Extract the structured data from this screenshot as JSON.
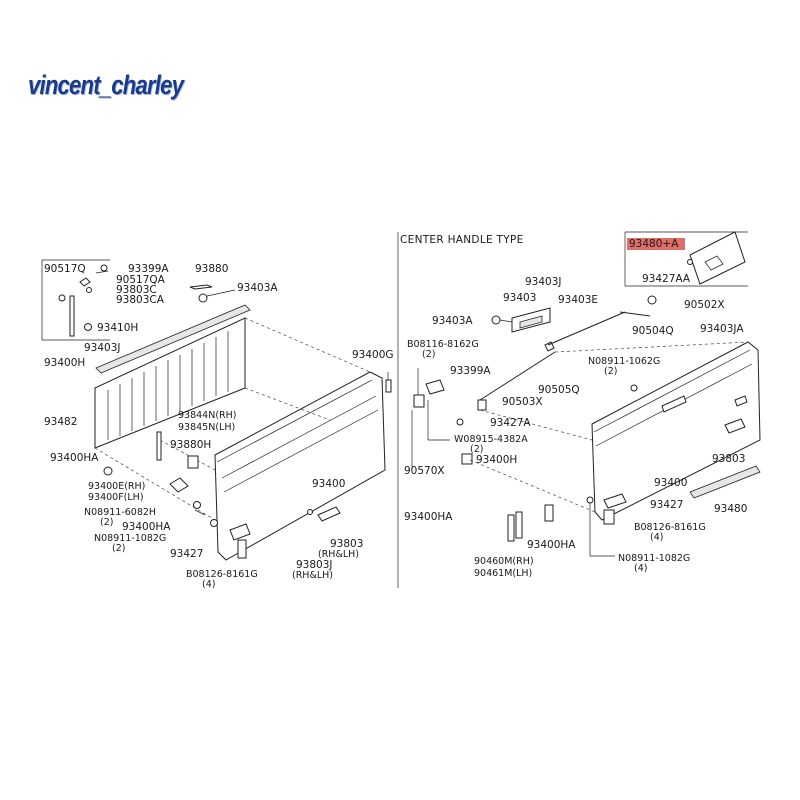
{
  "watermark": "vincent_charley",
  "section_title": "CENTER HANDLE TYPE",
  "highlight_color": "#d9534f",
  "left": {
    "c_90517q": "90517Q",
    "c_93399a": "93399A",
    "c_93880": "93880",
    "c_90517qa": "90517QA",
    "c_93803c": "93803C",
    "c_93803ca": "93803CA",
    "c_93403a": "93403A",
    "c_93410h": "93410H",
    "c_93403j": "93403J",
    "c_93400h": "93400H",
    "c_93482": "93482",
    "c_93400g": "93400G",
    "c_93844n": "93844N(RH)",
    "c_93845n": "93845N(LH)",
    "c_93880h": "93880H",
    "c_93400ha": "93400HA",
    "c_93400e": "93400E(RH)",
    "c_93400f": "93400F(LH)",
    "c_n08911_6082h": "N08911-6082H",
    "c_q2a": "(2)",
    "c_93400ha2": "93400HA",
    "c_n08911_1082g": "N08911-1082G",
    "c_q2b": "(2)",
    "c_93427": "93427",
    "c_b08126": "B08126-8161G",
    "c_q4": "(4)",
    "c_93400": "93400",
    "c_93803": "93803",
    "c_rhlh1": "(RH&LH)",
    "c_93803j": "93803J",
    "c_rhlh2": "(RH&LH)"
  },
  "right": {
    "c_93480a": "93480+A",
    "c_93427aa": "93427AA",
    "c_93403j": "93403J",
    "c_93403": "93403",
    "c_93403e": "93403E",
    "c_90502x": "90502X",
    "c_93403a": "93403A",
    "c_90504q": "90504Q",
    "c_93403ja": "93403JA",
    "c_b08116": "B08116-8162G",
    "c_q2a": "(2)",
    "c_n08911_1062g": "N08911-1062G",
    "c_q2b": "(2)",
    "c_93399a": "93399A",
    "c_90505q": "90505Q",
    "c_90503x": "90503X",
    "c_93427a": "93427A",
    "c_w08915": "W08915-4382A",
    "c_q2c": "(2)",
    "c_90570x": "90570X",
    "c_93400h": "93400H",
    "c_93803": "93803",
    "c_93400": "93400",
    "c_93427": "93427",
    "c_93480": "93480",
    "c_b08126": "B08126-8161G",
    "c_q4a": "(4)",
    "c_93400ha": "93400HA",
    "c_93400ha2": "93400HA",
    "c_90460m": "90460M(RH)",
    "c_90461m": "90461M(LH)",
    "c_n08911_1082g": "N08911-1082G",
    "c_q4b": "(4)"
  }
}
